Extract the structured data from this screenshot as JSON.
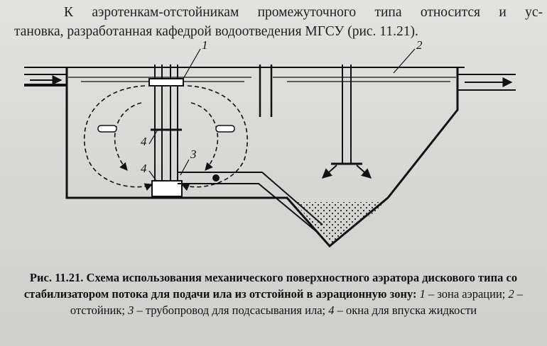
{
  "intro": {
    "line1": "К аэротенкам-отстойникам промежуточного типа относится и ус-",
    "line2": "тановка, разработанная кафедрой водоотведения МГСУ (рис. 11.21)."
  },
  "figure": {
    "callouts": [
      "1",
      "2",
      "3",
      "4",
      "4"
    ]
  },
  "caption": {
    "title": "Рис. 11.21. Схема использования механического поверхностного аэратора дискового типа со стабилизатором потока для подачи ила из отстойной в аэрационную зону:",
    "items": [
      {
        "num": "1",
        "text": " – зона аэрации; "
      },
      {
        "num": "2",
        "text": " – отстойник; "
      },
      {
        "num": "3",
        "text": " – трубопровод для подсасывания ила; "
      },
      {
        "num": "4",
        "text": " – окна для впуска жидкости"
      }
    ]
  }
}
